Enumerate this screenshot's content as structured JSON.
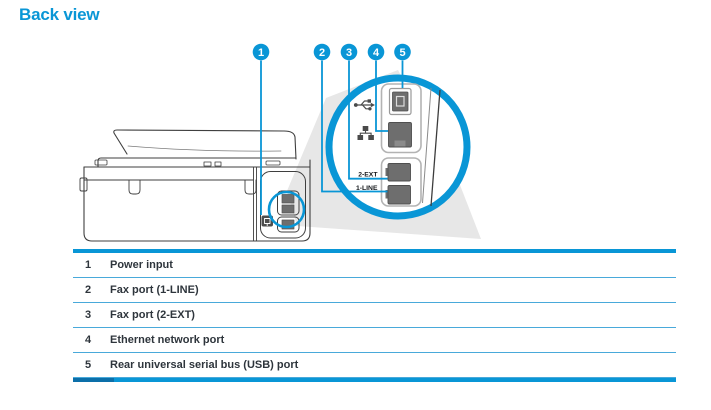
{
  "title": "Back view",
  "colors": {
    "accent": "#0996D6",
    "accent_dark": "#0C6FA9",
    "text": "#2E353C"
  },
  "callouts": [
    {
      "number": "1",
      "description": "Power input"
    },
    {
      "number": "2",
      "description": "Fax port (1-LINE)"
    },
    {
      "number": "3",
      "description": "Fax port (2-EXT)"
    },
    {
      "number": "4",
      "description": "Ethernet network port"
    },
    {
      "number": "5",
      "description": "Rear universal serial bus (USB) port"
    }
  ],
  "diagram": {
    "port_labels": {
      "two_ext": "2-EXT",
      "one_line": "1-LINE"
    },
    "icons": [
      "usb-icon",
      "ethernet-network-icon",
      "power-plug-icon"
    ]
  }
}
